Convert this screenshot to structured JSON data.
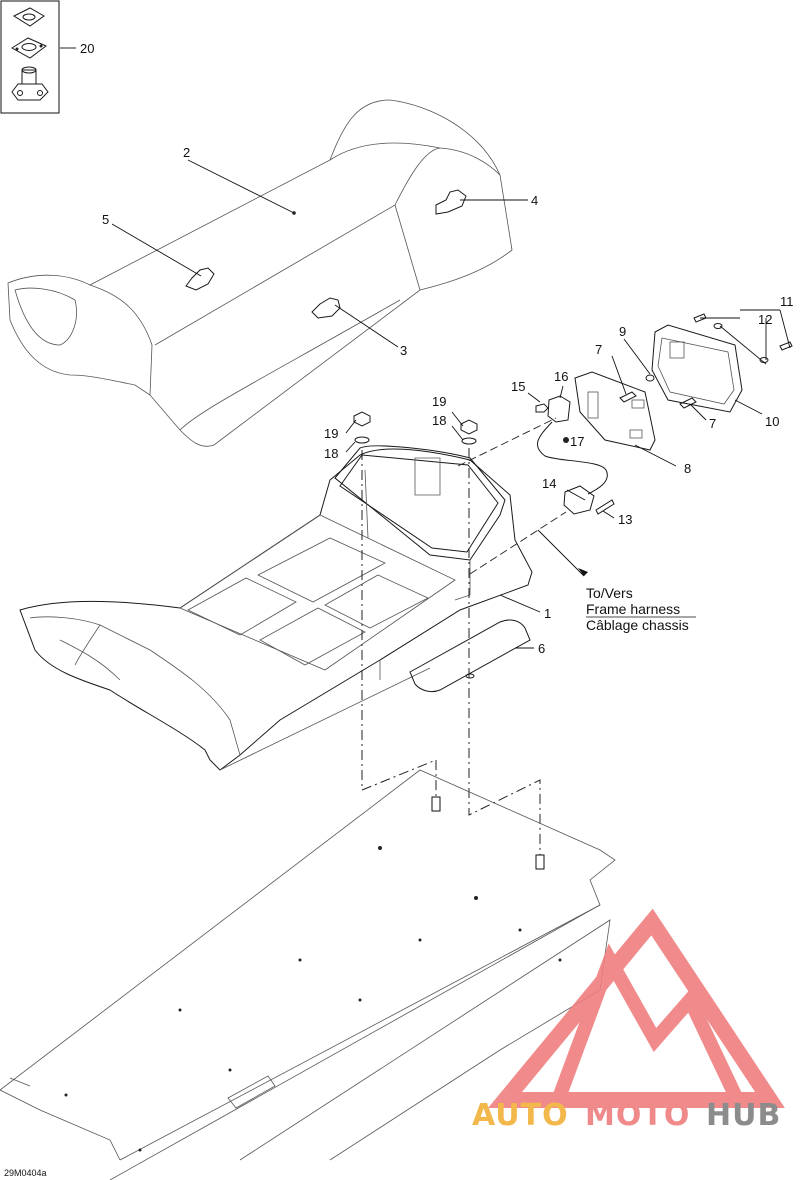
{
  "callouts": {
    "c1": "1",
    "c2": "2",
    "c3": "3",
    "c4": "4",
    "c5": "5",
    "c6": "6",
    "c7a": "7",
    "c7b": "7",
    "c8": "8",
    "c9": "9",
    "c10": "10",
    "c11": "11",
    "c12": "12",
    "c13": "13",
    "c14": "14",
    "c15": "15",
    "c16": "16",
    "c17": "17",
    "c18a": "18",
    "c18b": "18",
    "c19a": "19",
    "c19b": "19",
    "c20": "20"
  },
  "harness_note": {
    "line1": "To/Vers",
    "line2": "Frame harness",
    "line3": "Câblage chassis"
  },
  "figure_code": "29M0404a",
  "watermark": {
    "part1": "AUTO",
    "part2": "MOTO",
    "part3": "HUB",
    "color1": "#f2b84b",
    "color2": "#f08a8a",
    "color3": "#8c8c8c",
    "logo_color": "#f07f7f"
  }
}
